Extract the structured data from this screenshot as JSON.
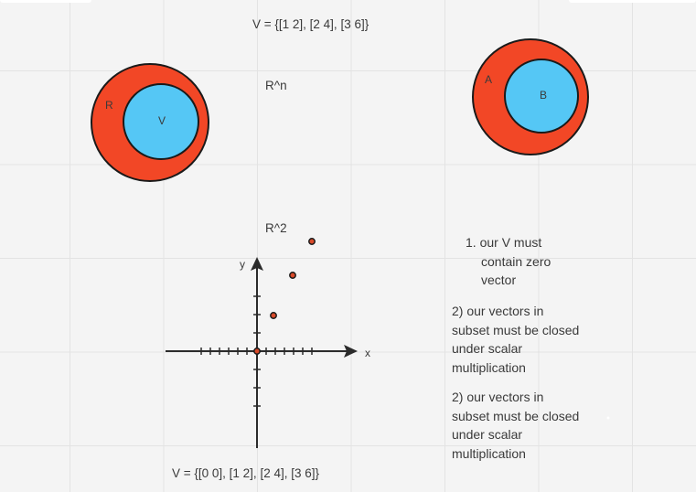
{
  "top_formula": "V = {[1 2], [2 4], [3 6]}",
  "label_rn": "R^n",
  "label_r2": "R^2",
  "bottom_formula": "V = {[0 0], [1 2], [2 4], [3 6]}",
  "venn_left": {
    "outer_label": "R",
    "inner_label": "V"
  },
  "venn_right": {
    "outer_label": "A",
    "inner_label": "B"
  },
  "axes": {
    "x_label": "x",
    "y_label": "y"
  },
  "notes": {
    "note1_line1": "1. our V must",
    "note1_line2": "contain zero",
    "note1_line3": "vector",
    "note2_line1": "2) our vectors in",
    "note2_line2": "subset must be closed",
    "note2_line3": "under scalar",
    "note2_line4": "multiplication",
    "note3_line1": "2) our vectors in",
    "note3_line2": "subset must be closed",
    "note3_line3": "under scalar",
    "note3_line4": "multiplication"
  },
  "colors": {
    "outer_fill": "#f24726",
    "inner_fill": "#55c7f5",
    "stroke": "#1a1a1a",
    "point_fill": "#d94a2a"
  }
}
